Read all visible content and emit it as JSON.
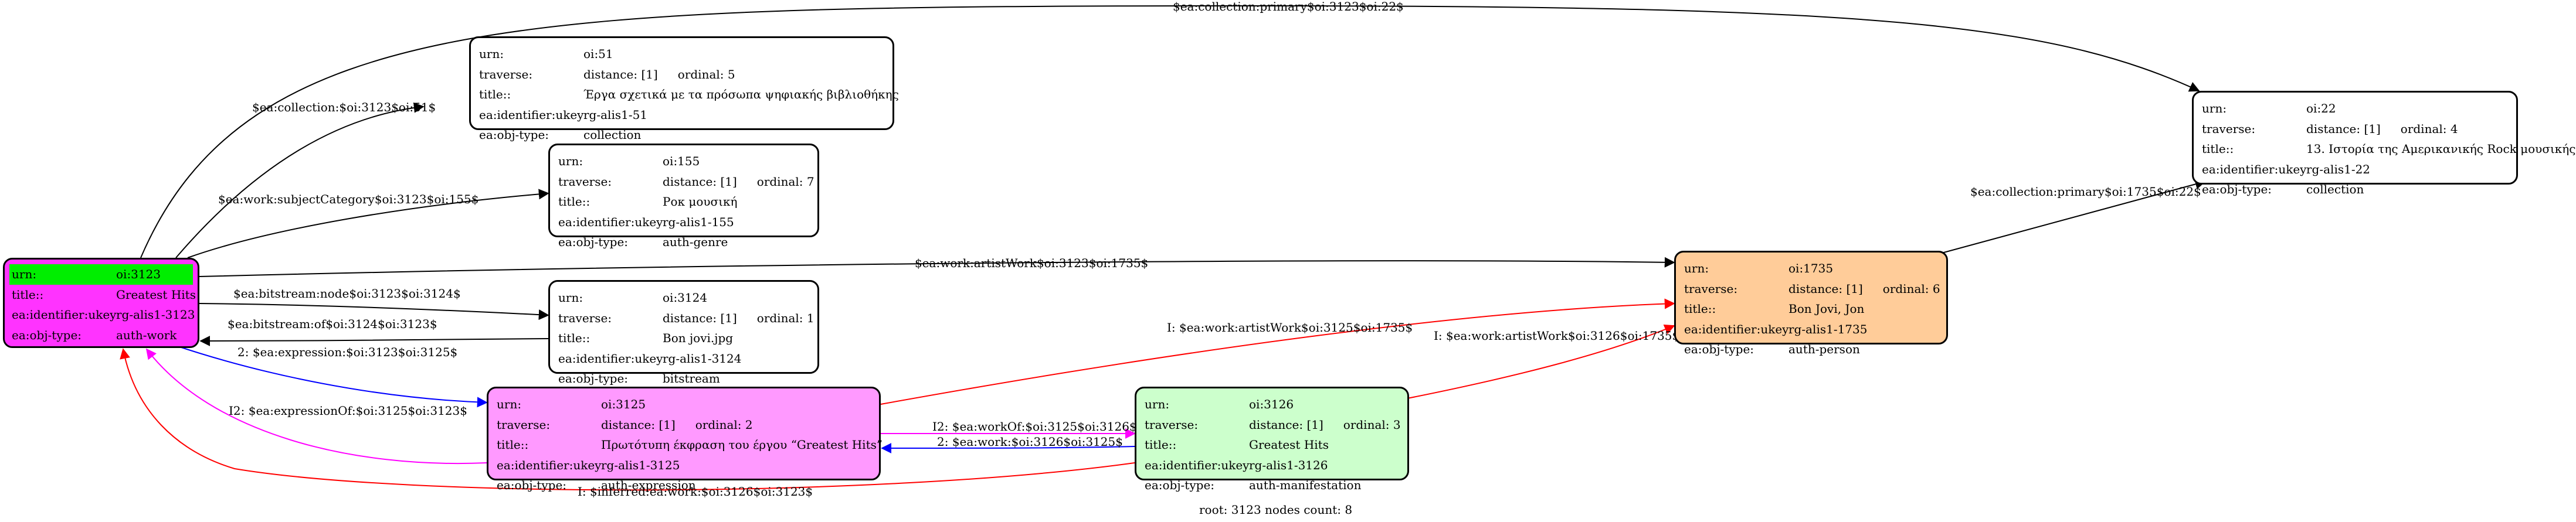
{
  "diagram": {
    "root_label": "root: 3123 nodes count: 8",
    "nodes": [
      {
        "id": "oi3123",
        "label": "oi:3123 (root)",
        "fill": "#ff33ff",
        "rows": [
          {
            "k": "urn:",
            "v": "oi:3123"
          },
          {
            "k": "title::",
            "v": "Greatest Hits"
          },
          {
            "k": "ea:identifier:ukey",
            "v": "rg-alis1-3123"
          },
          {
            "k": "ea:obj-type:",
            "v": "auth-work"
          }
        ],
        "highlight": "#00ee00"
      },
      {
        "id": "oi51",
        "fill": "#ffffff",
        "rows": [
          {
            "k": "urn:",
            "v": "oi:51"
          },
          {
            "k": "traverse:",
            "v": "distance: [1]",
            "ord": "ordinal: 5"
          },
          {
            "k": "title::",
            "v": "Έργα σχετικά με τα πρόσωπα ψηφιακής βιβλιοθήκης"
          },
          {
            "k": "ea:identifier:ukey",
            "v": "rg-alis1-51"
          },
          {
            "k": "ea:obj-type:",
            "v": "collection"
          }
        ]
      },
      {
        "id": "oi155",
        "fill": "#ffffff",
        "rows": [
          {
            "k": "urn:",
            "v": "oi:155"
          },
          {
            "k": "traverse:",
            "v": "distance: [1]",
            "ord": "ordinal: 7"
          },
          {
            "k": "title::",
            "v": "Ροκ μουσική"
          },
          {
            "k": "ea:identifier:ukey",
            "v": "rg-alis1-155"
          },
          {
            "k": "ea:obj-type:",
            "v": "auth-genre"
          }
        ]
      },
      {
        "id": "oi3124",
        "fill": "#ffffff",
        "rows": [
          {
            "k": "urn:",
            "v": "oi:3124"
          },
          {
            "k": "traverse:",
            "v": "distance: [1]",
            "ord": "ordinal: 1"
          },
          {
            "k": "title::",
            "v": "Bon jovi.jpg"
          },
          {
            "k": "ea:identifier:ukey",
            "v": "rg-alis1-3124"
          },
          {
            "k": "ea:obj-type:",
            "v": "bitstream"
          }
        ]
      },
      {
        "id": "oi3125",
        "fill": "#ff99ff",
        "rows": [
          {
            "k": "urn:",
            "v": "oi:3125"
          },
          {
            "k": "traverse:",
            "v": "distance: [1]",
            "ord": "ordinal: 2"
          },
          {
            "k": "title::",
            "v": "Πρωτότυπη έκφραση του έργου “Greatest Hits”"
          },
          {
            "k": "ea:identifier:ukey",
            "v": "rg-alis1-3125"
          },
          {
            "k": "ea:obj-type:",
            "v": "auth-expression"
          }
        ]
      },
      {
        "id": "oi3126",
        "fill": "#ccffcc",
        "rows": [
          {
            "k": "urn:",
            "v": "oi:3126"
          },
          {
            "k": "traverse:",
            "v": "distance: [1]",
            "ord": "ordinal: 3"
          },
          {
            "k": "title::",
            "v": "Greatest Hits"
          },
          {
            "k": "ea:identifier:ukey",
            "v": "rg-alis1-3126"
          },
          {
            "k": "ea:obj-type:",
            "v": "auth-manifestation"
          }
        ]
      },
      {
        "id": "oi1735",
        "fill": "#ffcc99",
        "rows": [
          {
            "k": "urn:",
            "v": "oi:1735"
          },
          {
            "k": "traverse:",
            "v": "distance: [1]",
            "ord": "ordinal: 6"
          },
          {
            "k": "title::",
            "v": "Bon Jovi, Jon"
          },
          {
            "k": "ea:identifier:ukey",
            "v": "rg-alis1-1735"
          },
          {
            "k": "ea:obj-type:",
            "v": "auth-person"
          }
        ]
      },
      {
        "id": "oi22",
        "fill": "#ffffff",
        "rows": [
          {
            "k": "urn:",
            "v": "oi:22"
          },
          {
            "k": "traverse:",
            "v": "distance: [1]",
            "ord": "ordinal: 4"
          },
          {
            "k": "title::",
            "v": "13. Ιστορία της Αμερικανικής Rock μουσικής"
          },
          {
            "k": "ea:identifier:ukey",
            "v": "rg-alis1-22"
          },
          {
            "k": "ea:obj-type:",
            "v": "collection"
          }
        ]
      }
    ],
    "edges": [
      {
        "id": "e1",
        "label": "$ea:collection:primary$oi:3123$oi:22$",
        "color": "#000000"
      },
      {
        "id": "e2",
        "label": "$ea:collection:$oi:3123$oi:51$",
        "color": "#000000"
      },
      {
        "id": "e3",
        "label": "$ea:work:subjectCategory$oi:3123$oi:155$",
        "color": "#000000"
      },
      {
        "id": "e4",
        "label": "$ea:work:artistWork$oi:3123$oi:1735$",
        "color": "#000000"
      },
      {
        "id": "e5",
        "label": "$ea:bitstream:node$oi:3123$oi:3124$",
        "color": "#000000"
      },
      {
        "id": "e6",
        "label": "$ea:bitstream:of$oi:3124$oi:3123$",
        "color": "#000000"
      },
      {
        "id": "e7",
        "label": "2: $ea:expression:$oi:3123$oi:3125$",
        "color": "#0000ff"
      },
      {
        "id": "e8",
        "label": "I2: $ea:expressionOf:$oi:3125$oi:3123$",
        "color": "#ff00ff"
      },
      {
        "id": "e9",
        "label": "I: $ea:work:artistWork$oi:3125$oi:1735$",
        "color": "#ff0000"
      },
      {
        "id": "e10",
        "label": "I2: $ea:workOf:$oi:3125$oi:3126$",
        "color": "#ff00ff"
      },
      {
        "id": "e11",
        "label": "2: $ea:work:$oi:3126$oi:3125$",
        "color": "#0000ff"
      },
      {
        "id": "e12",
        "label": "I: $ea:work:artistWork$oi:3126$oi:1735$",
        "color": "#ff0000"
      },
      {
        "id": "e13",
        "label": "I: $inferred:ea:work:$oi:3126$oi:3123$",
        "color": "#ff0000"
      },
      {
        "id": "e14",
        "label": "$ea:collection:primary$oi:1735$oi:22$",
        "color": "#000000"
      }
    ]
  }
}
